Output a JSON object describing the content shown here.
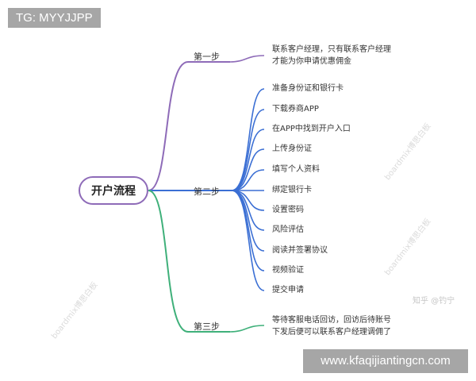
{
  "corner_badge": "TG: MYYJJPP",
  "url_badge": "www.kfaqijiantingcn.com",
  "root": "开户流程",
  "steps": [
    {
      "label": "第一步",
      "color": "#8e6bb8",
      "items": [
        "联系客户经理，只有联系客户经理",
        "才能为你申请优惠佣金"
      ]
    },
    {
      "label": "第二步",
      "color": "#3b6fd4",
      "items": [
        "准备身份证和银行卡",
        "下载券商APP",
        "在APP中找到开户入口",
        "上传身份证",
        "填写个人资料",
        "绑定银行卡",
        "设置密码",
        "风险评估",
        "阅读并签署协议",
        "视频验证",
        "提交申请"
      ]
    },
    {
      "label": "第三步",
      "color": "#3fb07a",
      "items": [
        "等待客服电话回访，回访后待账号",
        "下发后便可以联系客户经理调佣了"
      ]
    }
  ],
  "watermarks": [
    "boardmix博思白板",
    "知乎 @钓宁"
  ]
}
